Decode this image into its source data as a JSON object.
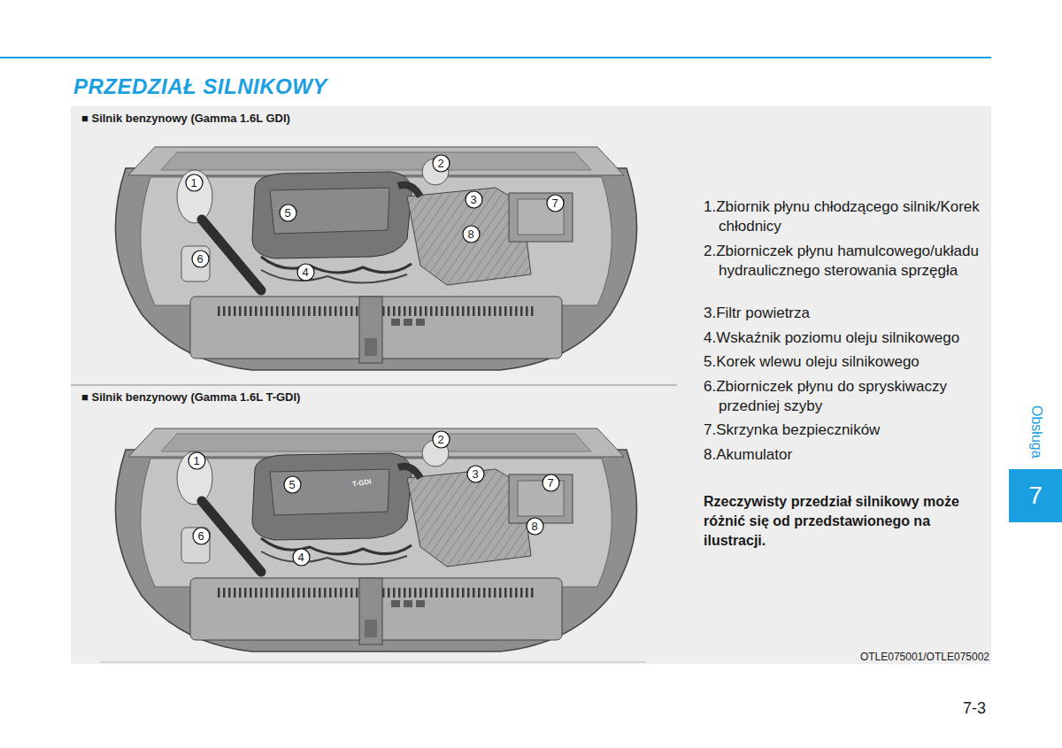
{
  "diagram": {
    "title": "PRZEDZIAŁ SILNIKOWY",
    "nodes": [
      {
        "text": [
          "1"
        ]
      },
      {
        "text": [
          "2"
        ]
      },
      {
        "text": [
          "3"
        ]
      },
      {
        "text": [
          "7"
        ]
      },
      {
        "text": [
          "5"
        ]
      },
      {
        "text": [
          "8"
        ]
      },
      {
        "text": [
          "6"
        ]
      },
      {
        "text": [
          "4"
        ]
      },
      {
        "text": [
          "1"
        ]
      },
      {
        "text": [
          "2"
        ]
      },
      {
        "text": [
          "5"
        ]
      },
      {
        "text": [
          "3"
        ]
      },
      {
        "text": [
          "7"
        ]
      },
      {
        "text": [
          "8"
        ]
      },
      {
        "text": [
          "6"
        ]
      },
      {
        "text": [
          "4"
        ]
      },
      {
        "text": [
          "7"
        ]
      }
    ],
    "edges": [],
    "labels": [
      "■ Silnik benzynowy (Gamma 1.6L GDI)",
      "■ Silnik benzynowy (Gamma 1.6L T-GDI)",
      "1.Zbiornik płynu chłodzącego silnik/Korek chłodnicy",
      "2.Zbiorniczek płynu hamulcowego/układu hydraulicznego sterowania sprzęgła",
      "3.Filtr powietrza",
      "4.Wskaźnik poziomu oleju silnikowego",
      "5.Korek wlewu oleju silnikowego",
      "6.Zbiorniczek płynu do spryskiwaczy przedniej szyby",
      "7.Skrzynka bezpieczników",
      "8.Akumulator",
      "Rzeczywisty przedział silnikowy może różnić się od przedstawionego na ilustracji.",
      "OTLE075001/OTLE075002",
      "7-3",
      "Obsługa",
      "T-GDI"
    ]
  }
}
